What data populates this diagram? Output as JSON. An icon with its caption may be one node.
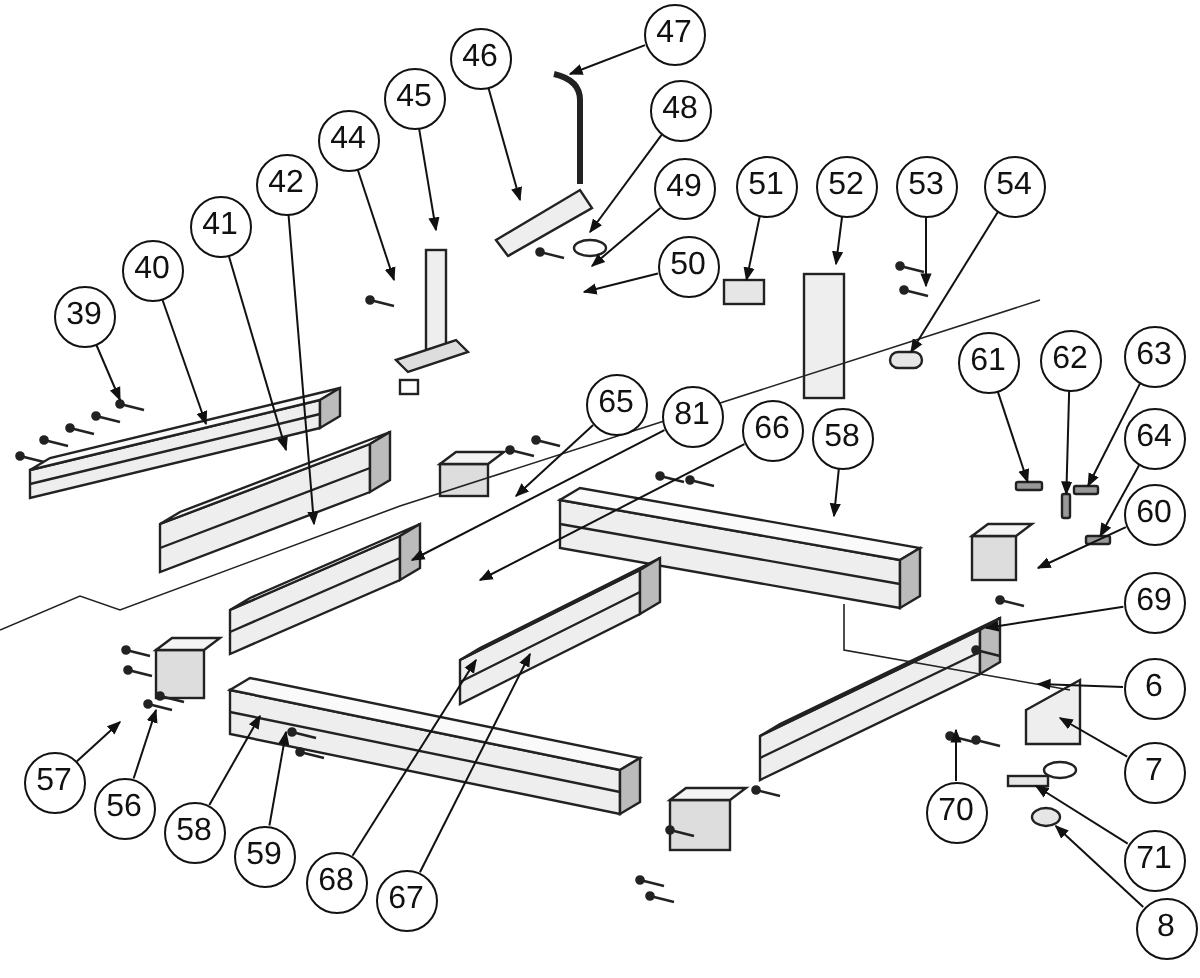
{
  "diagram": {
    "nodes": [
      {
        "text": [
          "39"
        ]
      },
      {
        "text": [
          "40"
        ]
      },
      {
        "text": [
          "41"
        ]
      },
      {
        "text": [
          "42"
        ]
      },
      {
        "text": [
          "44"
        ]
      },
      {
        "text": [
          "45"
        ]
      },
      {
        "text": [
          "46"
        ]
      },
      {
        "text": [
          "47"
        ]
      },
      {
        "text": [
          "48"
        ]
      },
      {
        "text": [
          "49"
        ]
      },
      {
        "text": [
          "50"
        ]
      },
      {
        "text": [
          "51"
        ]
      },
      {
        "text": [
          "52"
        ]
      },
      {
        "text": [
          "53"
        ]
      },
      {
        "text": [
          "54"
        ]
      },
      {
        "text": [
          "65"
        ]
      },
      {
        "text": [
          "81"
        ]
      },
      {
        "text": [
          "66"
        ]
      },
      {
        "text": [
          "58"
        ]
      },
      {
        "text": [
          "61"
        ]
      },
      {
        "text": [
          "62"
        ]
      },
      {
        "text": [
          "63"
        ]
      },
      {
        "text": [
          "64"
        ]
      },
      {
        "text": [
          "60"
        ]
      },
      {
        "text": [
          "69"
        ]
      },
      {
        "text": [
          "6"
        ]
      },
      {
        "text": [
          "7"
        ]
      },
      {
        "text": [
          "71"
        ]
      },
      {
        "text": [
          "8"
        ]
      },
      {
        "text": [
          "70"
        ]
      },
      {
        "text": [
          "57"
        ]
      },
      {
        "text": [
          "56"
        ]
      },
      {
        "text": [
          "58"
        ]
      },
      {
        "text": [
          "59"
        ]
      },
      {
        "text": [
          "68"
        ]
      },
      {
        "text": [
          "67"
        ]
      },
      {
        "text": [],
        "shape": "box"
      },
      {
        "text": [],
        "shape": "cylinder"
      },
      {
        "text": [],
        "shape": "bar"
      },
      {
        "text": [],
        "shape": "bar"
      },
      {
        "text": [],
        "shape": "bar"
      },
      {
        "text": [],
        "shape": "box"
      },
      {
        "text": [],
        "shape": "bar"
      },
      {
        "text": [],
        "shape": "circle"
      }
    ],
    "edges": [
      {
        "from": 0,
        "to": null,
        "arrow": "to"
      },
      {
        "from": 1,
        "to": null,
        "arrow": "to"
      },
      {
        "from": 2,
        "to": null,
        "arrow": "to"
      },
      {
        "from": 3,
        "to": null,
        "arrow": "to"
      },
      {
        "from": 4,
        "to": null,
        "arrow": "to"
      },
      {
        "from": 5,
        "to": null,
        "arrow": "to"
      },
      {
        "from": 6,
        "to": null,
        "arrow": "to"
      },
      {
        "from": 7,
        "to": null,
        "arrow": "to"
      },
      {
        "from": 8,
        "to": null,
        "arrow": "to"
      },
      {
        "from": 9,
        "to": null,
        "arrow": "to"
      },
      {
        "from": 10,
        "to": null,
        "arrow": "to"
      },
      {
        "from": 11,
        "to": 36,
        "arrow": "to"
      },
      {
        "from": 12,
        "to": null,
        "arrow": "to"
      },
      {
        "from": 13,
        "to": null,
        "arrow": "to"
      },
      {
        "from": 14,
        "to": 37,
        "arrow": "to"
      },
      {
        "from": 15,
        "to": null,
        "arrow": "to"
      },
      {
        "from": 16,
        "to": null,
        "arrow": "to"
      },
      {
        "from": 17,
        "to": null,
        "arrow": "to"
      },
      {
        "from": 18,
        "to": null,
        "arrow": "to"
      },
      {
        "from": 19,
        "to": 42,
        "arrow": "to"
      },
      {
        "from": 20,
        "to": 38,
        "arrow": "to"
      },
      {
        "from": 21,
        "to": 39,
        "arrow": "to"
      },
      {
        "from": 22,
        "to": 40,
        "arrow": "to"
      },
      {
        "from": 23,
        "to": null,
        "arrow": "to"
      },
      {
        "from": 24,
        "to": null,
        "arrow": "to"
      },
      {
        "from": 25,
        "to": null,
        "arrow": "to"
      },
      {
        "from": 26,
        "to": null,
        "arrow": "to"
      },
      {
        "from": 27,
        "to": 41,
        "arrow": "to"
      },
      {
        "from": 28,
        "to": 43,
        "arrow": "to"
      },
      {
        "from": 29,
        "to": null,
        "arrow": "to"
      },
      {
        "from": 30,
        "to": null,
        "arrow": "to"
      },
      {
        "from": 31,
        "to": null,
        "arrow": "to"
      },
      {
        "from": 32,
        "to": null,
        "arrow": "to"
      },
      {
        "from": 33,
        "to": null,
        "arrow": "to"
      },
      {
        "from": 34,
        "to": null,
        "arrow": "to"
      },
      {
        "from": 35,
        "to": null,
        "arrow": "to"
      }
    ]
  }
}
